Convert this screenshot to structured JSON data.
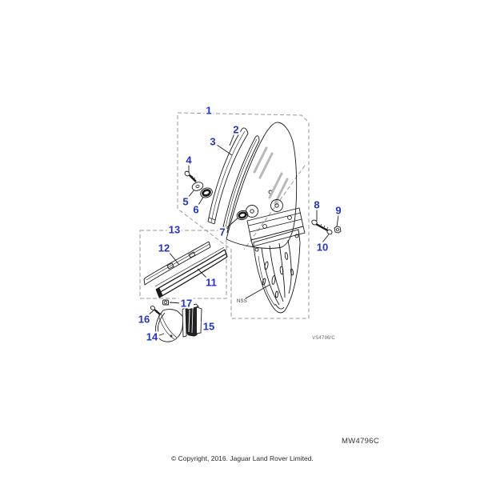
{
  "figure": {
    "figure_code": "MW4796C",
    "sheet_code": "VS4796/C",
    "copyright": "© Copyright, 2016. Jaguar Land Rover Limited.",
    "nss_label": "NSS"
  },
  "colors": {
    "callout": "#2233cc",
    "line": "#1a1a1a",
    "dash": "#9a9a9a",
    "shading": "#b8b8b8"
  },
  "callouts": [
    {
      "label": "1"
    },
    {
      "label": "2"
    },
    {
      "label": "3"
    },
    {
      "label": "4"
    },
    {
      "label": "5"
    },
    {
      "label": "6"
    },
    {
      "label": "7"
    },
    {
      "label": "8"
    },
    {
      "label": "9"
    },
    {
      "label": "10"
    },
    {
      "label": "11"
    },
    {
      "label": "12"
    },
    {
      "label": "13"
    },
    {
      "label": "14"
    },
    {
      "label": "15"
    },
    {
      "label": "16"
    },
    {
      "label": "17"
    }
  ]
}
